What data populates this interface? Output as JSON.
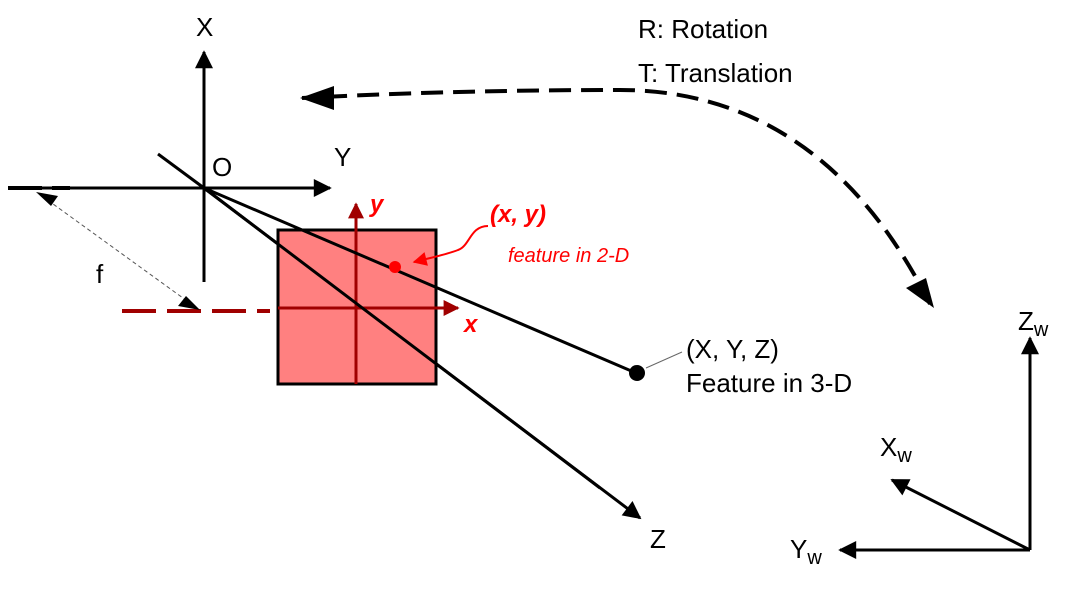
{
  "legend": {
    "rotation": "R: Rotation",
    "translation": "T: Translation"
  },
  "camera_axes": {
    "x": "X",
    "y": "Y",
    "z": "Z",
    "origin": "O",
    "focal_length": "f"
  },
  "image_plane_axes": {
    "x": "x",
    "y": "y"
  },
  "feature_2d": {
    "coords": "(x, y)",
    "caption": "feature in 2-D"
  },
  "feature_3d": {
    "coords": "(X, Y, Z)",
    "caption": "Feature in 3-D"
  },
  "world_axes": {
    "x": "X",
    "y": "Y",
    "z": "Z",
    "subscript": "w"
  },
  "colors": {
    "image_plane_fill": "#ff8080",
    "image_plane_axes": "#a00000",
    "feature_2d": "#ff0000",
    "focal_dash": "#a00000",
    "ink": "#000000"
  }
}
